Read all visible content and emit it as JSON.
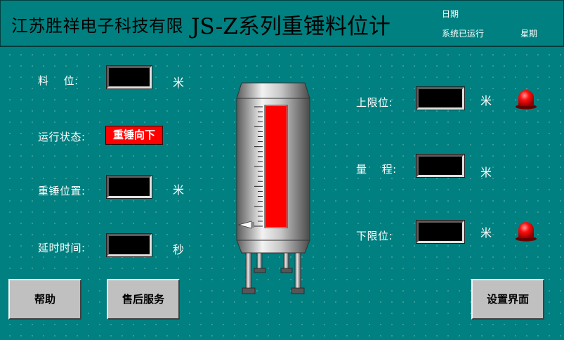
{
  "header": {
    "company": "江苏胜祥电子科技有限",
    "product": "JS-Z系列重锤料位计",
    "date_label": "日期",
    "system_status": "系统已运行",
    "weekday_label": "星期"
  },
  "left_panel": {
    "level_label": "料    位:",
    "level_unit": "米",
    "state_label": "运行状态:",
    "state_value": "重锤向下",
    "weight_pos_label": "重锤位置:",
    "weight_pos_unit": "米",
    "delay_label": "延时时间:",
    "delay_unit": "秒"
  },
  "right_panel": {
    "upper_limit_label": "上限位:",
    "upper_limit_unit": "米",
    "range_label": "量    程:",
    "range_unit": "米",
    "lower_limit_label": "下限位:",
    "lower_limit_unit": "米"
  },
  "buttons": {
    "help": "帮助",
    "after_sales": "售后服务",
    "settings": "设置界面"
  },
  "tank": {
    "fill_fraction": 1.0,
    "fill_color": "#ff0000"
  },
  "colors": {
    "background": "#008080",
    "alarm": "#ff0000",
    "state_badge": "#ff0000"
  },
  "icons": {
    "upper_alarm": "alarm-lamp-icon",
    "lower_alarm": "alarm-lamp-icon",
    "weight_pointer": "pointer-arrow-icon"
  }
}
